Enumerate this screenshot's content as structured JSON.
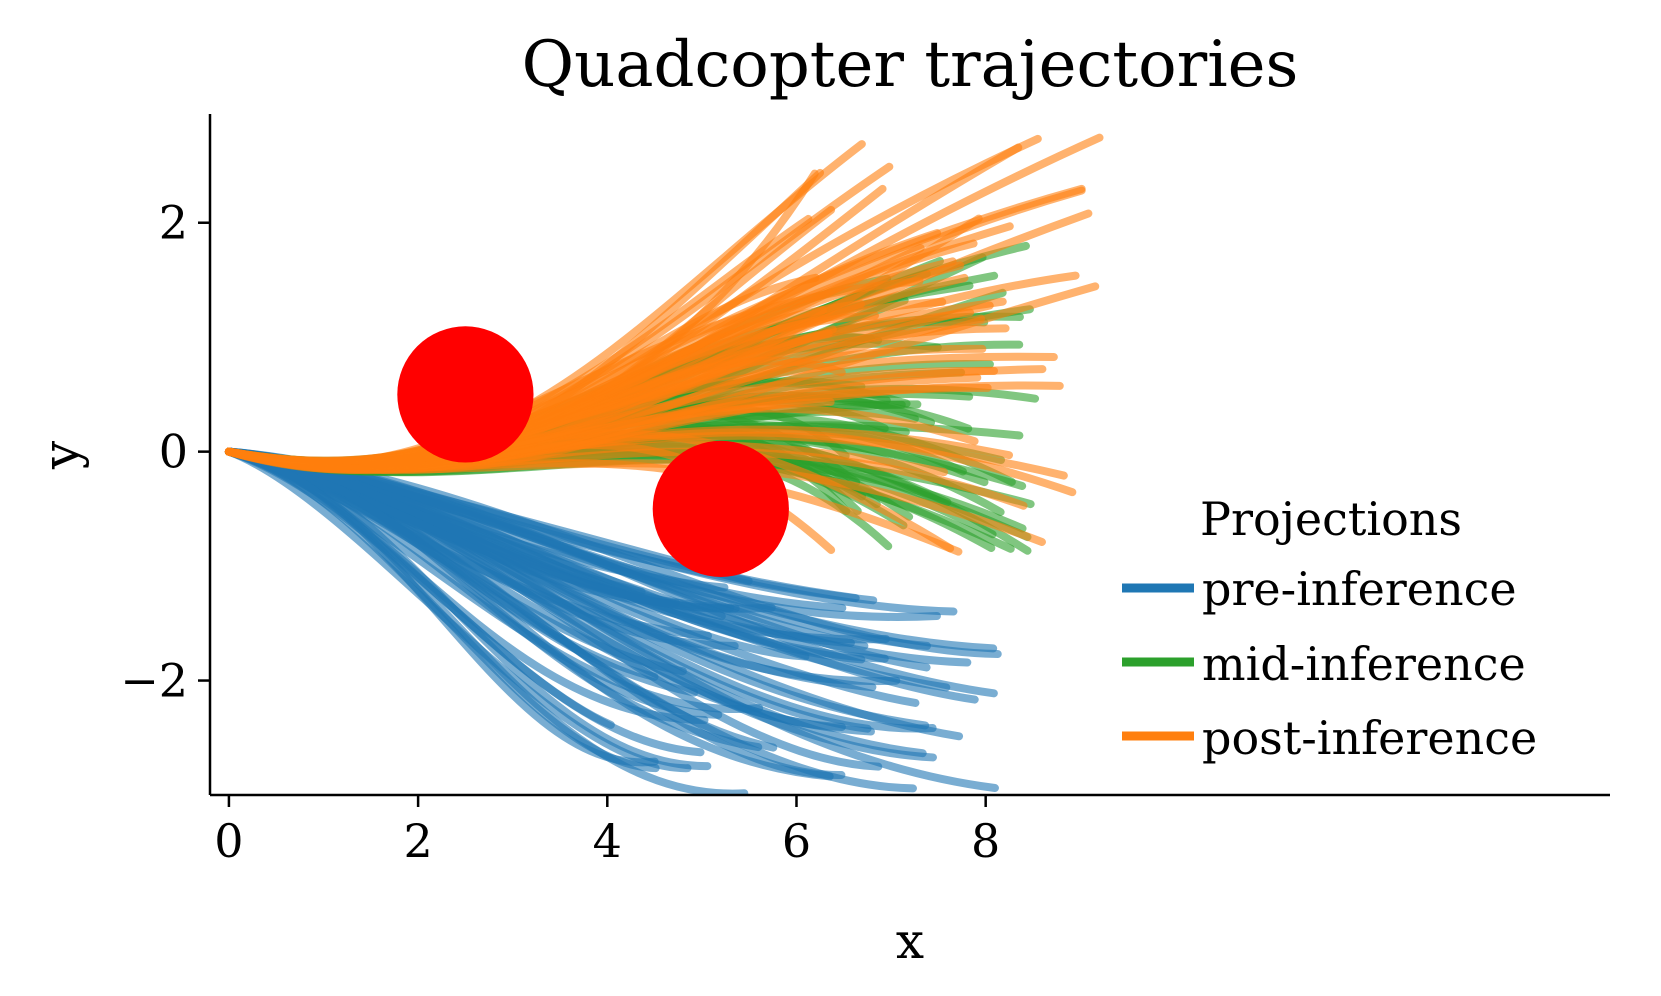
{
  "chart_data": {
    "type": "line",
    "title": "Quadcopter trajectories",
    "xlabel": "x",
    "ylabel": "y",
    "xlim": [
      -0.2,
      14.6
    ],
    "ylim": [
      -3.0,
      2.95
    ],
    "xticks": [
      0,
      2,
      4,
      6,
      8
    ],
    "xtick_labels": [
      "0",
      "2",
      "4",
      "6",
      "8"
    ],
    "yticks": [
      -2,
      0,
      2
    ],
    "ytick_labels": [
      "−2",
      "0",
      "2"
    ],
    "legend": {
      "title": "Projections",
      "placement": "lower-right",
      "entries": [
        "pre-inference",
        "mid-inference",
        "post-inference"
      ]
    },
    "obstacles": [
      {
        "cx": 2.5,
        "cy": 0.5,
        "r": 0.72,
        "color": "#ff0000"
      },
      {
        "cx": 5.2,
        "cy": -0.5,
        "r": 0.72,
        "color": "#ff0000"
      }
    ],
    "series": [
      {
        "name": "pre-inference",
        "color": "#1f77b4",
        "count": 60,
        "start": [
          0,
          0
        ],
        "end_x_range": [
          4.0,
          8.2
        ],
        "end_y_range": [
          -3.0,
          -1.1
        ]
      },
      {
        "name": "mid-inference",
        "color": "#2ca02c",
        "count": 55,
        "start": [
          0,
          0
        ],
        "end_x_range": [
          6.5,
          8.6
        ],
        "end_y_range": [
          -0.9,
          1.9
        ]
      },
      {
        "name": "post-inference",
        "color": "#ff7f0e",
        "count": 55,
        "start": [
          0,
          0
        ],
        "end_x_range": [
          6.0,
          9.3
        ],
        "end_y_range": [
          -1.0,
          2.9
        ]
      }
    ]
  }
}
